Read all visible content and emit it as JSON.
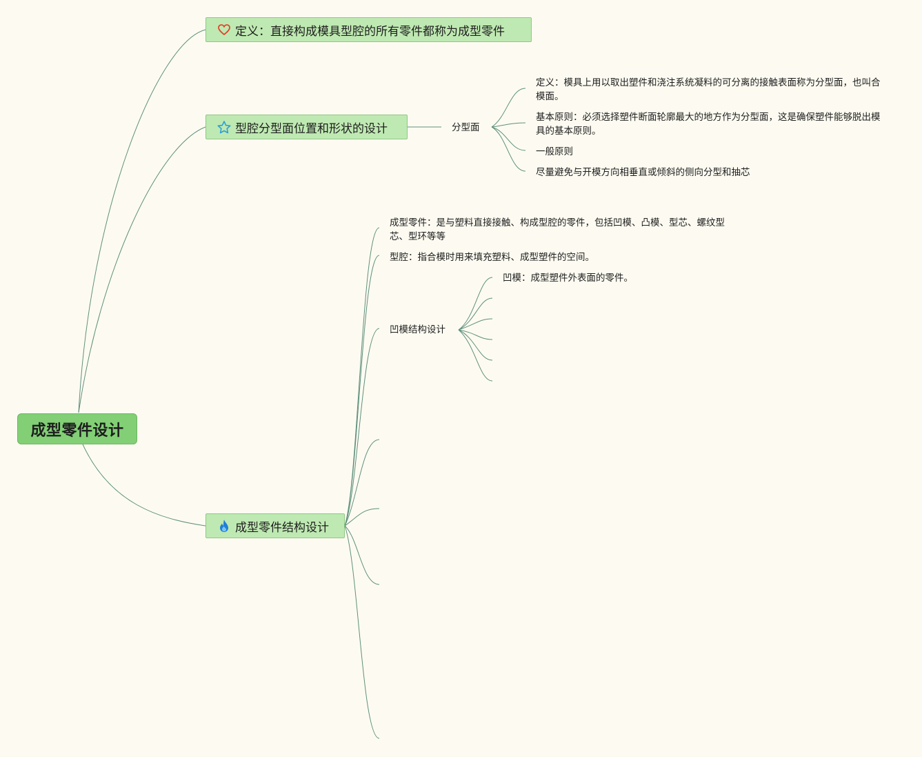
{
  "root": {
    "label": "成型零件设计"
  },
  "branches": {
    "definition": {
      "icon": "heart-icon",
      "label": "定义：直接构成模具型腔的所有零件都称为成型零件"
    },
    "cavity_design": {
      "icon": "star-icon",
      "label": "型腔分型面位置和形状的设计",
      "child": {
        "label": "分型面",
        "items": [
          "定义：模具上用以取出塑件和浇注系统凝料的可分离的接触表面称为分型面，也叫合模面。",
          "基本原则：必须选择塑件断面轮廓最大的地方作为分型面，这是确保塑件能够脱出模具的基本原则。",
          "一般原则",
          "尽量避免与开模方向相垂直或倾斜的侧向分型和抽芯"
        ]
      }
    },
    "structure_design": {
      "icon": "fire-icon",
      "label": "成型零件结构设计",
      "items": [
        "成型零件：是与塑料直接接触、构成型腔的零件，包括凹模、凸模、型芯、螺纹型芯、型环等等",
        "型腔：指合模时用来填充塑料、成型塑件的空间。"
      ],
      "concave": {
        "label": "凹模结构设计",
        "items": [
          "凹模：成型塑件外表面的零件。"
        ]
      }
    }
  },
  "colors": {
    "background": "#fdfbf1",
    "root_fill": "#82cf76",
    "branch_fill": "#bfe9b2",
    "connector": "#5e8f7c",
    "heart": "#e0452f",
    "star": "#2b9fd6",
    "fire": "#1f7fd8"
  }
}
